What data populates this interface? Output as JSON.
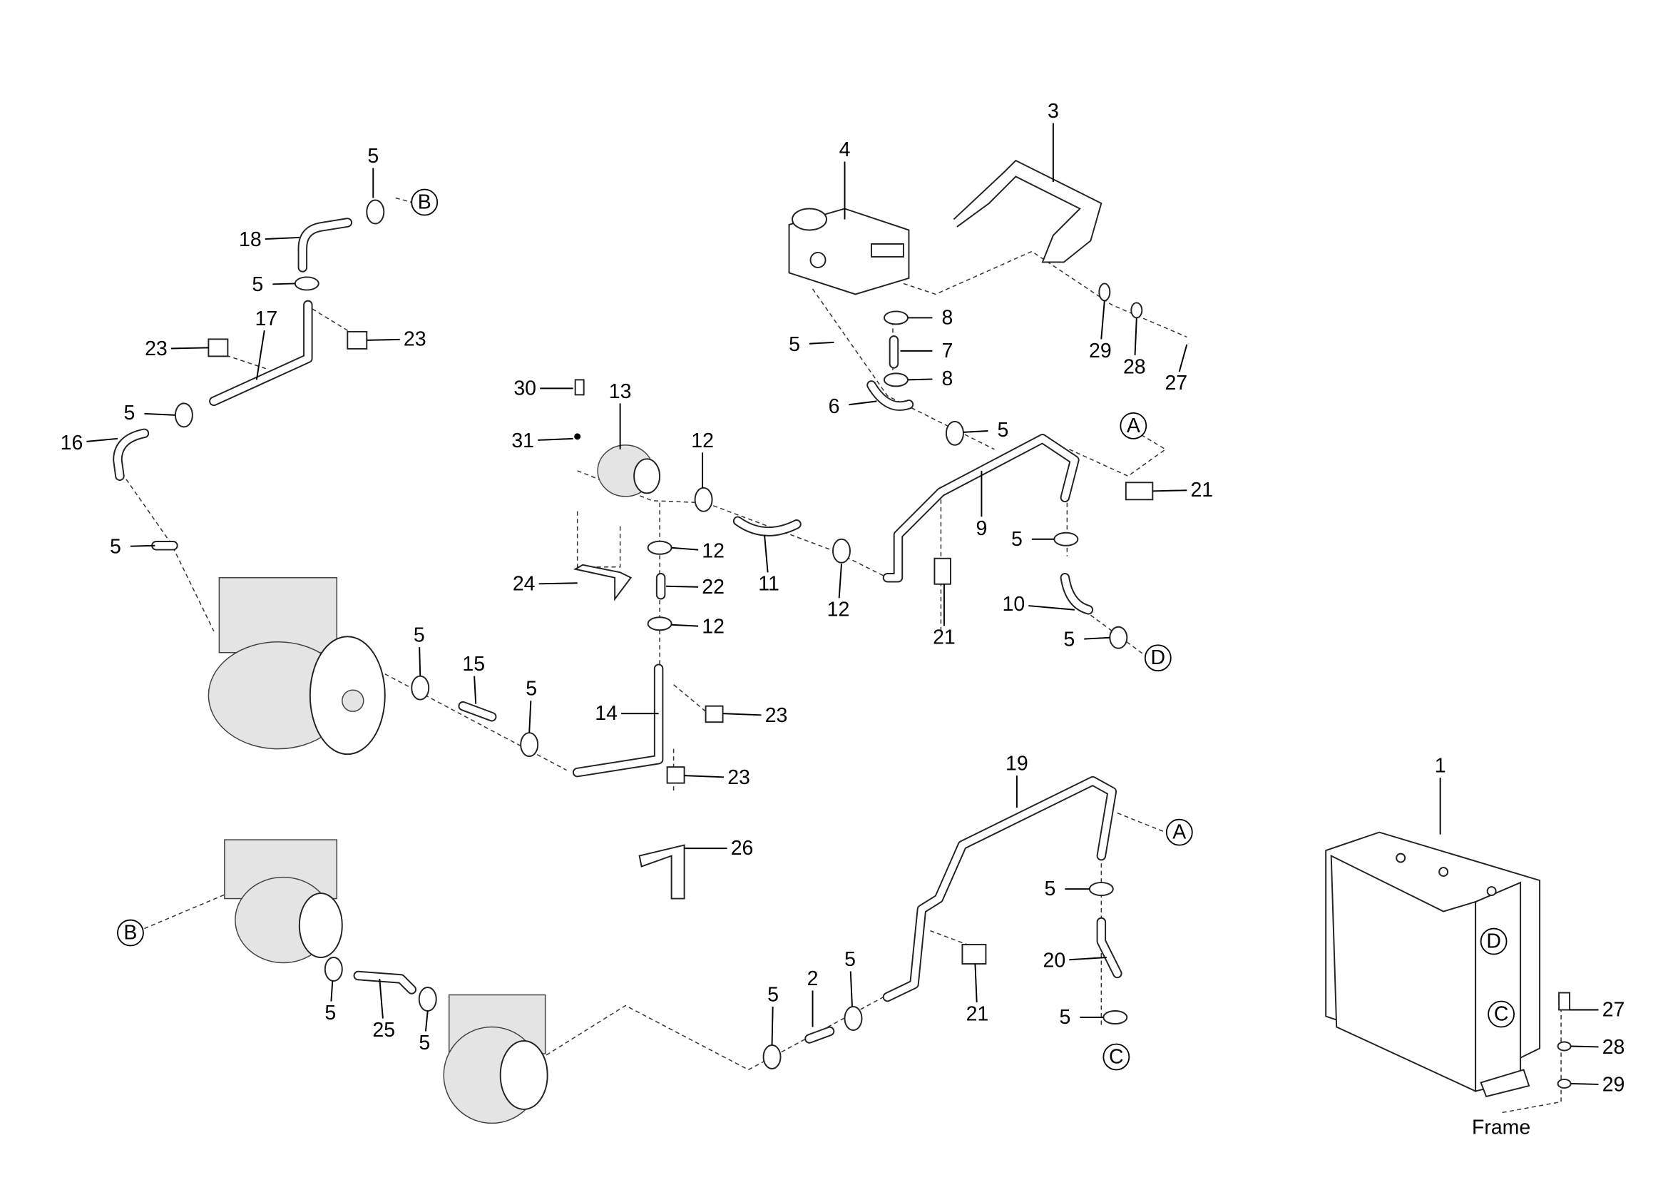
{
  "diagram": {
    "type": "exploded parts diagram - cooling system",
    "callouts": [
      "1",
      "2",
      "3",
      "4",
      "5",
      "B",
      "18",
      "5",
      "17",
      "23",
      "23",
      "5",
      "16",
      "5",
      "30",
      "13",
      "31",
      "12",
      "12",
      "12",
      "22",
      "24",
      "11",
      "12",
      "5",
      "8",
      "7",
      "8",
      "6",
      "5",
      "29",
      "28",
      "27",
      "A",
      "21",
      "9",
      "5",
      "21",
      "10",
      "5",
      "D",
      "5",
      "15",
      "5",
      "14",
      "23",
      "23",
      "26",
      "19",
      "A",
      "5",
      "20",
      "5",
      "C",
      "21",
      "5",
      "5",
      "B",
      "5",
      "25",
      "5",
      "27",
      "28",
      "29",
      "D",
      "C"
    ],
    "frame_label": "Frame"
  }
}
